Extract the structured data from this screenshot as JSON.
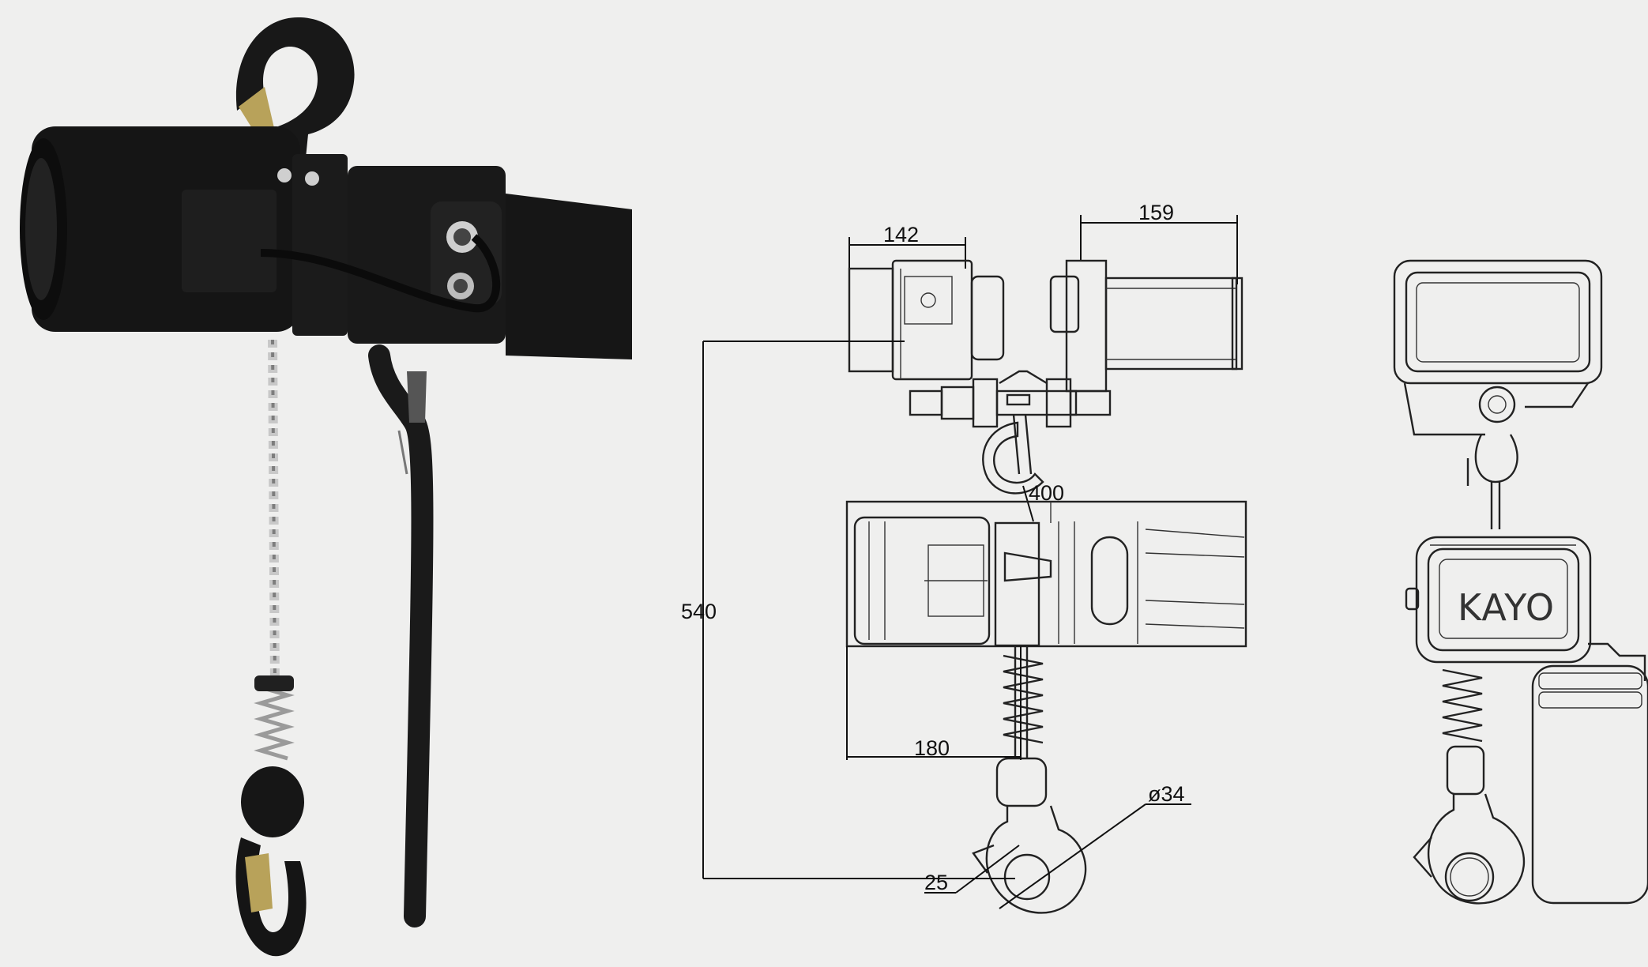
{
  "colors": {
    "background": "#efefee",
    "hoist_body": "#141414",
    "line_art": "#222222",
    "chain": "#bdbdbd"
  },
  "photo": {
    "icon": "electric-chain-hoist-photo"
  },
  "side_view": {
    "dimensions": {
      "top_left": "142",
      "top_right": "159",
      "hook_clearance": "400",
      "height": "540",
      "body_length": "180",
      "hook_diameter": "ø34",
      "hook_throat": "25"
    }
  },
  "front_view": {
    "brand": "KAYO"
  }
}
